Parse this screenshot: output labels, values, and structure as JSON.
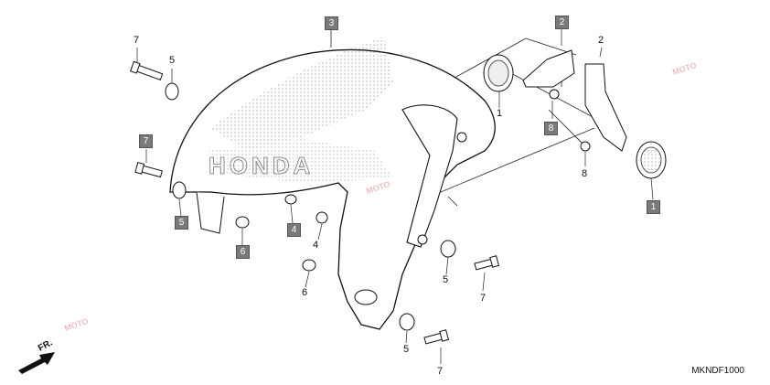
{
  "diagram": {
    "code": "MKNDF1000",
    "direction_label": "FR.",
    "fender_logo_text": "HONDA",
    "callouts": [
      {
        "id": "c3-box",
        "label": "3",
        "boxed": true
      },
      {
        "id": "c2-box",
        "label": "2",
        "boxed": true
      },
      {
        "id": "c2",
        "label": "2",
        "boxed": false
      },
      {
        "id": "c7-top",
        "label": "7",
        "boxed": false
      },
      {
        "id": "c5-top",
        "label": "5",
        "boxed": false
      },
      {
        "id": "c7-box",
        "label": "7",
        "boxed": true
      },
      {
        "id": "c5-box",
        "label": "5",
        "boxed": true
      },
      {
        "id": "c6-box",
        "label": "6",
        "boxed": true
      },
      {
        "id": "c4-box",
        "label": "4",
        "boxed": true
      },
      {
        "id": "c4",
        "label": "4",
        "boxed": false
      },
      {
        "id": "c6",
        "label": "6",
        "boxed": false
      },
      {
        "id": "c1",
        "label": "1",
        "boxed": false
      },
      {
        "id": "c8-box",
        "label": "8",
        "boxed": true
      },
      {
        "id": "c8",
        "label": "8",
        "boxed": false
      },
      {
        "id": "c1-box",
        "label": "1",
        "boxed": true
      },
      {
        "id": "c5-mid",
        "label": "5",
        "boxed": false
      },
      {
        "id": "c7-mid",
        "label": "7",
        "boxed": false
      },
      {
        "id": "c5-bot",
        "label": "5",
        "boxed": false
      },
      {
        "id": "c7-bot",
        "label": "7",
        "boxed": false
      }
    ],
    "watermark_text": "MOTO"
  }
}
